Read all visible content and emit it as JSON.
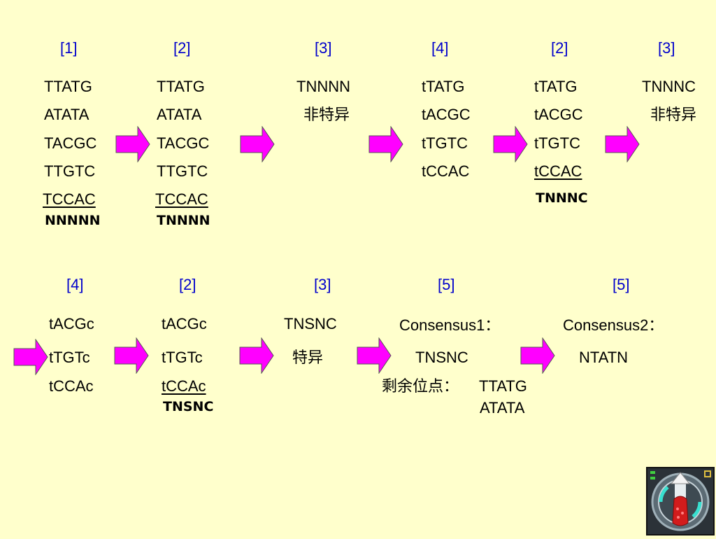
{
  "row1": {
    "labels": [
      "[1]",
      "[2]",
      "[3]",
      "[4]",
      "[2]",
      "[3]"
    ],
    "col1": [
      "TTATG",
      "ATATA",
      "TACGC",
      "TTGTC",
      "TCCAC"
    ],
    "col1_result": "NNNNN",
    "col2": [
      "TTATG",
      "ATATA",
      "TACGC",
      "TTGTC",
      "TCCAC"
    ],
    "col2_result": "TNNNN",
    "col3": [
      "TNNNN",
      "非特异"
    ],
    "col4": [
      "tTATG",
      "tACGC",
      "tTGTC",
      "tCCAC"
    ],
    "col5": [
      "tTATG",
      "tACGC",
      "tTGTC",
      "tCCAC"
    ],
    "col5_result": "TNNNC",
    "col6": [
      "TNNNC",
      "非特异"
    ]
  },
  "row2": {
    "labels": [
      "[4]",
      "[2]",
      "[3]",
      "[5]",
      "[5]"
    ],
    "col1": [
      "tACGc",
      "tTGTc",
      "tCCAc"
    ],
    "col2": [
      "tACGc",
      "tTGTc",
      "tCCAc"
    ],
    "col2_result": "TNSNC",
    "col3": [
      "TNSNC",
      "特异"
    ],
    "consensus1": {
      "title": "Consensus1：",
      "value": "TNSNC",
      "remaining_label": "剩余位点：",
      "remaining": [
        "TTATG",
        "ATATA"
      ]
    },
    "consensus2": {
      "title": "Consensus2：",
      "value": "NTATN"
    }
  },
  "colors": {
    "background": "#FFFFCC",
    "arrow_fill": "#FF00FF",
    "label_text": "#0000CC"
  },
  "icons": {
    "arrow": "right-arrow-icon",
    "nav": "navigation-dial-icon"
  }
}
